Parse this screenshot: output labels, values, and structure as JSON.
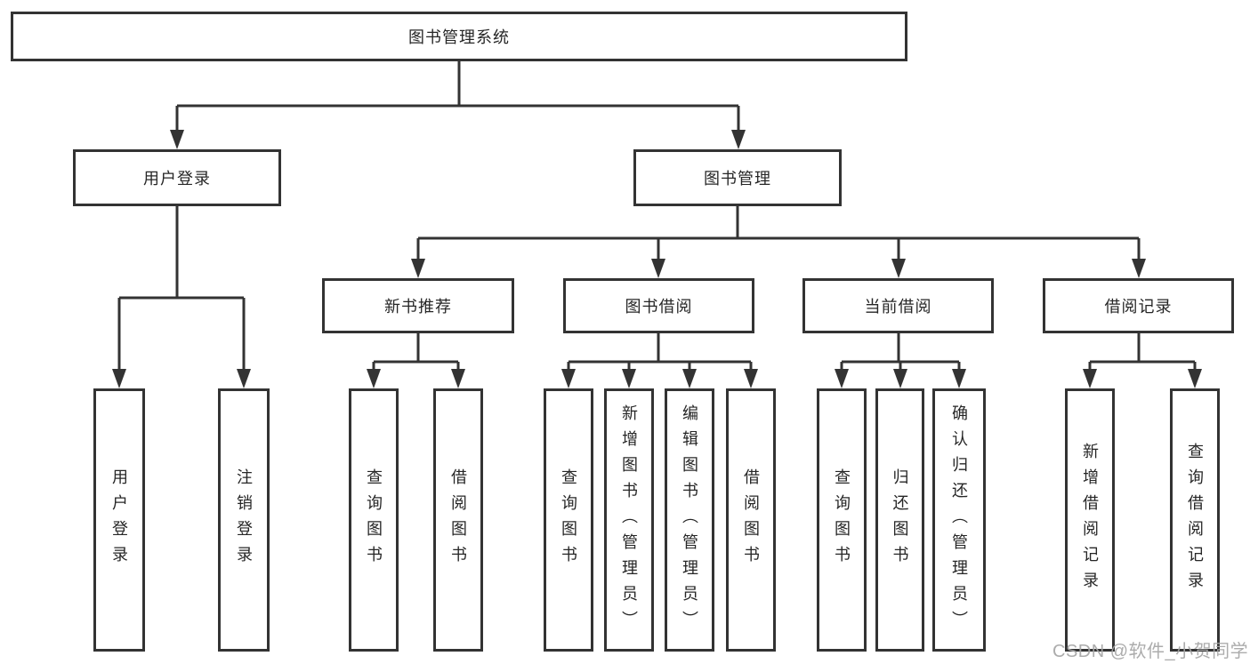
{
  "tree": {
    "root": {
      "label": "图书管理系统"
    },
    "branches": [
      {
        "label": "用户登录",
        "leaves": [
          {
            "label": "用户登录"
          },
          {
            "label": "注销登录"
          }
        ]
      },
      {
        "label": "图书管理",
        "groups": [
          {
            "label": "新书推荐",
            "leaves": [
              {
                "label": "查询图书"
              },
              {
                "label": "借阅图书"
              }
            ]
          },
          {
            "label": "图书借阅",
            "leaves": [
              {
                "label": "查询图书"
              },
              {
                "label": "新增图书（管理员）"
              },
              {
                "label": "编辑图书（管理员）"
              },
              {
                "label": "借阅图书"
              }
            ]
          },
          {
            "label": "当前借阅",
            "leaves": [
              {
                "label": "查询图书"
              },
              {
                "label": "归还图书"
              },
              {
                "label": "确认归还（管理员）"
              }
            ]
          },
          {
            "label": "借阅记录",
            "leaves": [
              {
                "label": "新增借阅记录"
              },
              {
                "label": "查询借阅记录"
              }
            ]
          }
        ]
      }
    ]
  },
  "colors": {
    "line": "#333333",
    "border": "#333333",
    "text": "#262626",
    "watermark": "#a5a5a5"
  },
  "watermark": {
    "text": "CSDN @软件_小贺同学"
  }
}
